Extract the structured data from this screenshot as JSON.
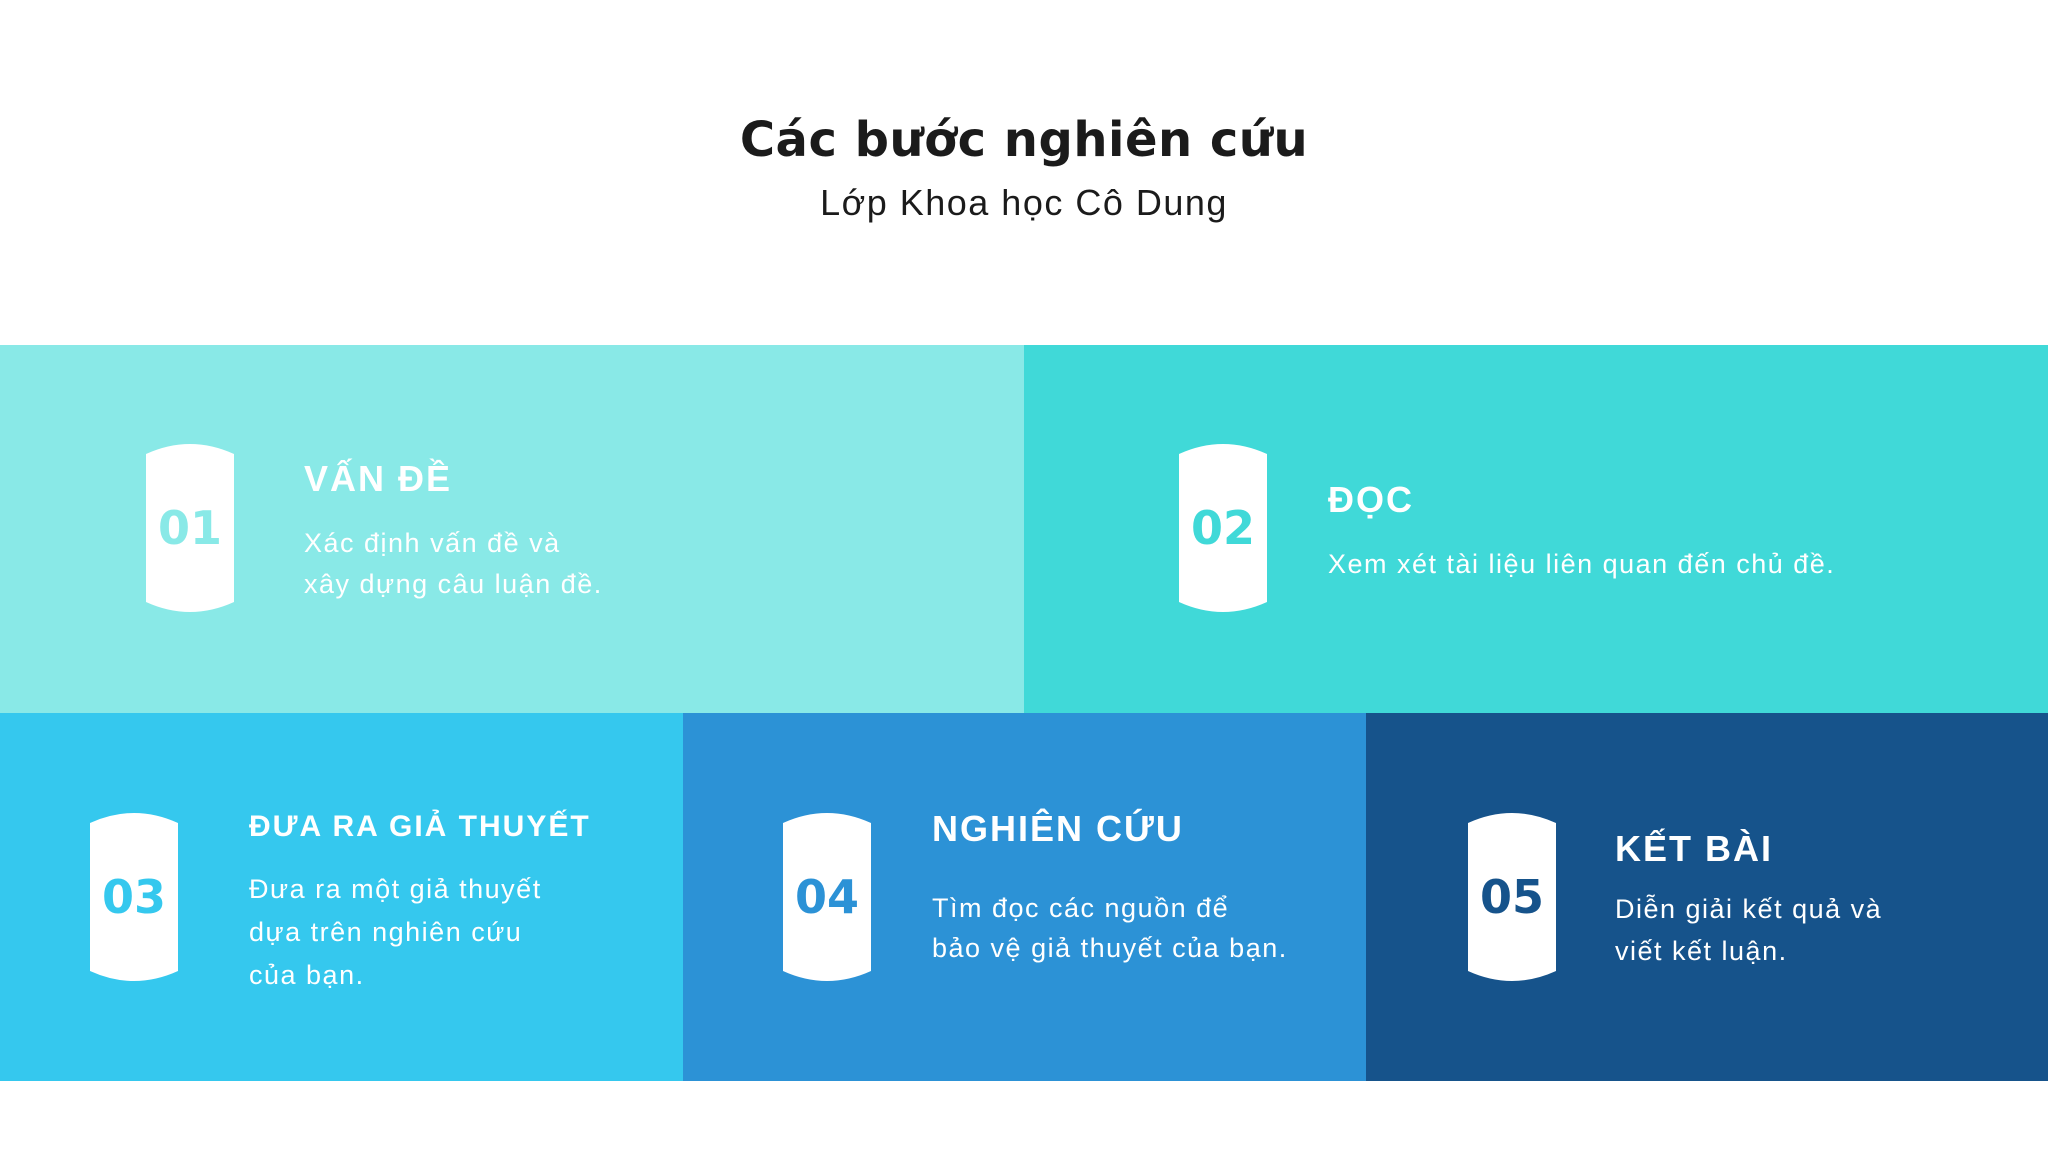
{
  "header": {
    "title": "Các bước nghiên cứu",
    "subtitle": "Lớp Khoa học Cô Dung"
  },
  "colors": {
    "step1": "#89e9e7",
    "step2": "#40d9d8",
    "step3": "#35c8ee",
    "step4": "#2c92d6",
    "step5": "#16538b",
    "badge": "#ffffff",
    "text": "#ffffff"
  },
  "steps": [
    {
      "number": "01",
      "title": "VẤN ĐỀ",
      "lines": [
        "Xác định vấn đề và",
        "xây dựng câu luận đề."
      ]
    },
    {
      "number": "02",
      "title": "ĐỌC",
      "lines": [
        "Xem xét tài liệu liên quan đến chủ đề."
      ]
    },
    {
      "number": "03",
      "title": "ĐƯA RA GIẢ THUYẾT",
      "lines": [
        "Đưa ra một giả thuyết",
        "dựa trên nghiên cứu",
        "của bạn."
      ]
    },
    {
      "number": "04",
      "title": "NGHIÊN CỨU",
      "lines": [
        "Tìm đọc các nguồn để",
        "bảo vệ giả thuyết của bạn."
      ]
    },
    {
      "number": "05",
      "title": "KẾT BÀI",
      "lines": [
        "Diễn giải kết quả và",
        "viết kết luận."
      ]
    }
  ]
}
